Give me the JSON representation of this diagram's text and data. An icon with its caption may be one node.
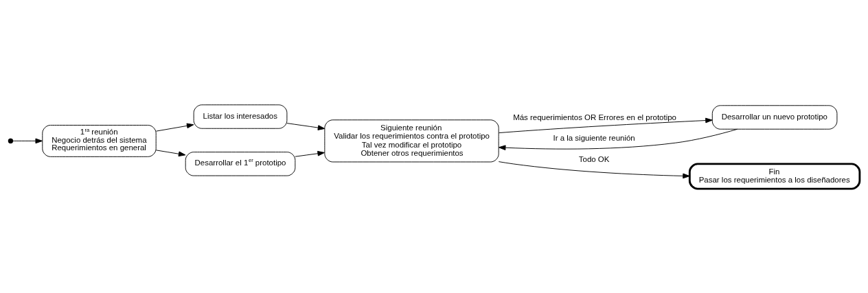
{
  "diagram": {
    "nodes": [
      {
        "text": [],
        "shape": "circle"
      },
      {
        "text": [
          "1$^{ra}$ reunión",
          "Negocio detrás del sistema",
          "Requerimientos en general"
        ]
      },
      {
        "text": [
          "Listar los interesados"
        ]
      },
      {
        "text": [
          "Desarrollar el 1$^{er}$ prototipo"
        ]
      },
      {
        "text": [
          "Siguiente reunión",
          "Validar los requerimientos contra el prototipo",
          "Tal vez modificar el prototipo",
          "Obtener otros requerimientos"
        ]
      },
      {
        "text": [
          "Desarrollar un nuevo prototipo"
        ]
      },
      {
        "text": [
          "Fin",
          "Pasar los requerimientos a los diseñadores"
        ]
      }
    ],
    "edges": [
      {
        "from": 0,
        "to": 1,
        "arrow": "to"
      },
      {
        "from": 1,
        "to": 2,
        "arrow": "to"
      },
      {
        "from": 1,
        "to": 3,
        "arrow": "to"
      },
      {
        "from": 2,
        "to": 4,
        "arrow": "to"
      },
      {
        "from": 3,
        "to": 4,
        "arrow": "to"
      },
      {
        "from": 4,
        "to": 5,
        "arrow": "to",
        "label": "Más requerimientos OR Errores en el prototipo"
      },
      {
        "from": 4,
        "to": 6,
        "arrow": "to",
        "label": "Todo OK"
      },
      {
        "from": 5,
        "to": 4,
        "arrow": "to",
        "label": "Ir a la siguiente reunión"
      }
    ]
  }
}
